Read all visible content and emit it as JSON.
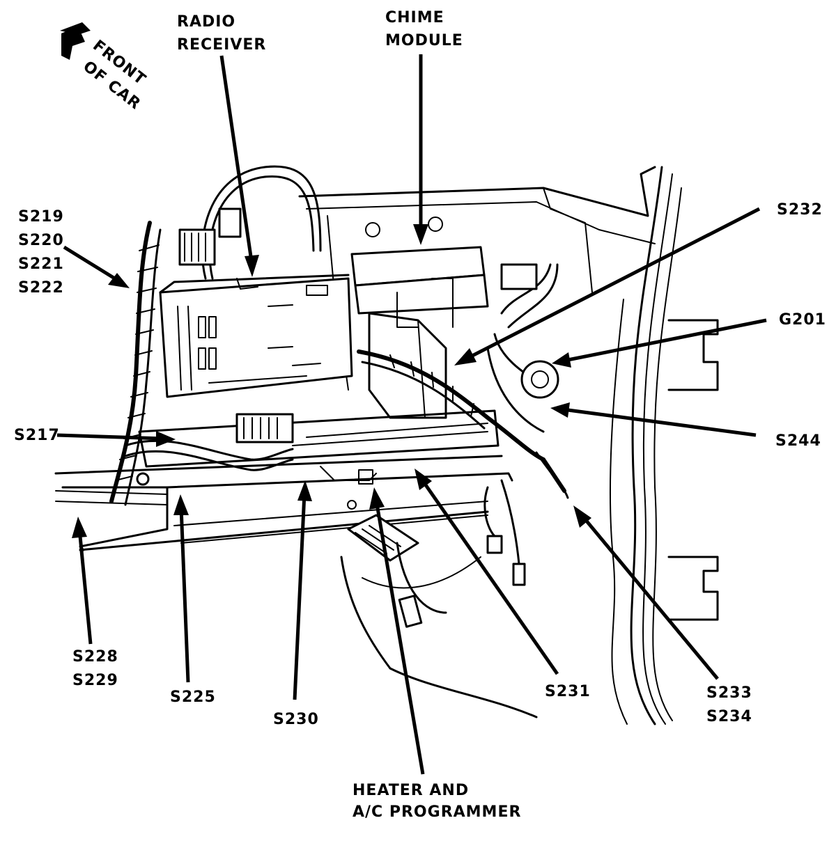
{
  "orientation": {
    "line1": "FRONT",
    "line2": "OF CAR",
    "icon": "arrow-icon"
  },
  "labels": {
    "radio_l1": "RADIO",
    "radio_l2": "RECEIVER",
    "chime_l1": "CHIME",
    "chime_l2": "MODULE",
    "s219": "S219",
    "s220": "S220",
    "s221": "S221",
    "s222": "S222",
    "s232": "S232",
    "g201": "G201",
    "s217": "S217",
    "s244": "S244",
    "s228": "S228",
    "s229": "S229",
    "s225": "S225",
    "s230": "S230",
    "s231": "S231",
    "s233": "S233",
    "s234": "S234",
    "heater_l1": "HEATER AND",
    "heater_l2": "A/C PROGRAMMER"
  }
}
